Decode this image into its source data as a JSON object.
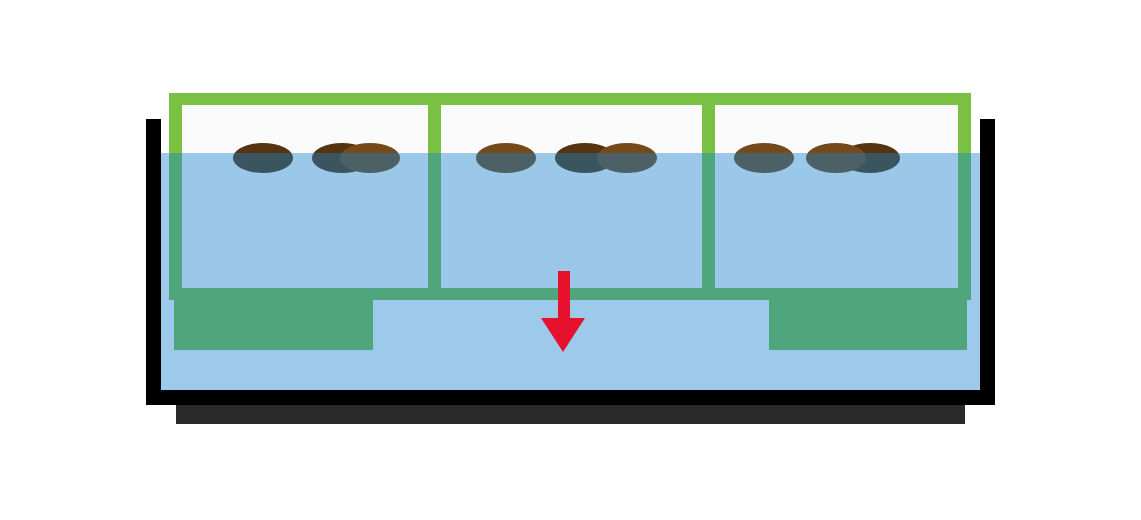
{
  "diagram": {
    "colors": {
      "tank": "#000000",
      "tank_shadow": "#2a2a2a",
      "frame": "#7ac143",
      "frame_interior": "#fbfbfb",
      "water": "#1681cd",
      "pellet_dark": "#553412",
      "pellet_light": "#744a1a",
      "arrow": "#e8112d"
    },
    "water_opacity": 0.42,
    "arrow_direction": "down",
    "pellet_count": 9
  }
}
